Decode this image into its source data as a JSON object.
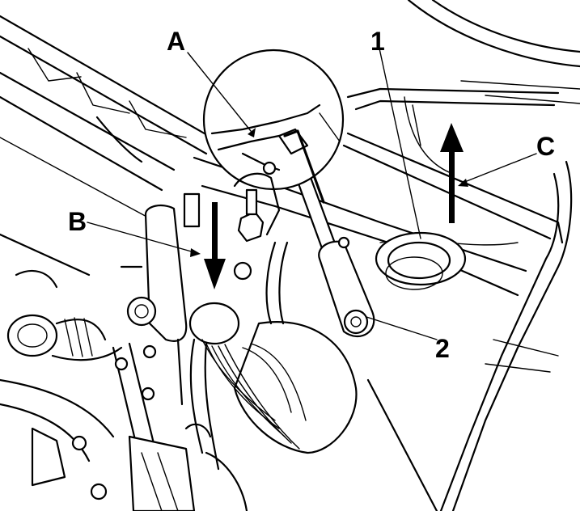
{
  "diagram": {
    "callouts": [
      {
        "id": "A",
        "text": "A"
      },
      {
        "id": "B",
        "text": "B"
      },
      {
        "id": "C",
        "text": "C"
      },
      {
        "id": "1",
        "text": "1"
      },
      {
        "id": "2",
        "text": "2"
      }
    ]
  }
}
